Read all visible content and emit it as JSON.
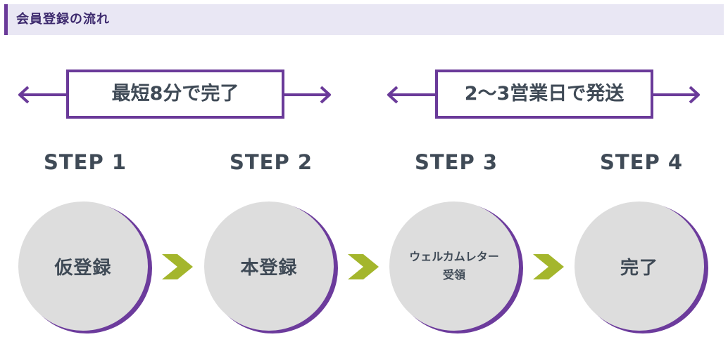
{
  "header": {
    "title": "会員登録の流れ"
  },
  "phases": [
    {
      "label": "最短8分で完了"
    },
    {
      "label": "2〜3営業日で発送"
    }
  ],
  "steps": [
    {
      "step_label": "STEP 1",
      "circle_text": "仮登録"
    },
    {
      "step_label": "STEP 2",
      "circle_text": "本登録"
    },
    {
      "step_label": "STEP 3",
      "circle_line1": "ウェルカムレター",
      "circle_line2": "受領"
    },
    {
      "step_label": "STEP 4",
      "circle_text": "完了"
    }
  ],
  "colors": {
    "accent_purple": "#6a3a99",
    "header_bg": "#e9e7f4",
    "circle_fill": "#dddddd",
    "chevron_green": "#a4b62c",
    "text_dark": "#3f4a56"
  }
}
